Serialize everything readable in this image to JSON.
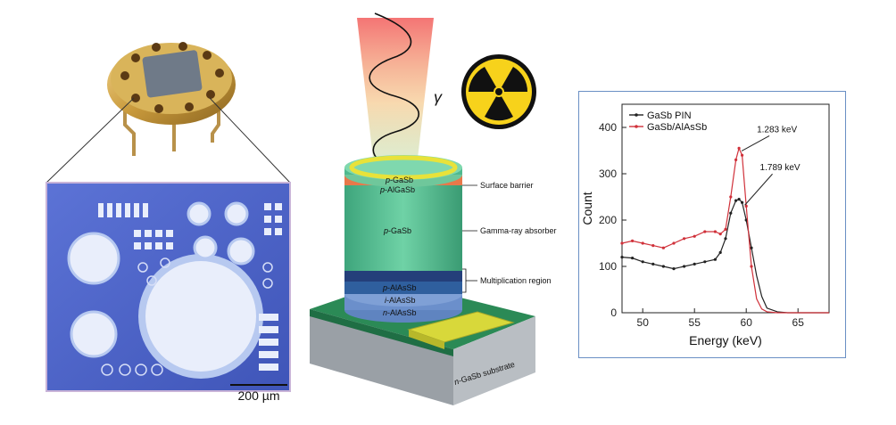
{
  "scale_bar": {
    "label": "200 µm"
  },
  "device": {
    "gamma_symbol": "γ",
    "layers": [
      {
        "prefix": "p",
        "name": "-GaSb"
      },
      {
        "prefix": "p",
        "name": "-AlGaSb"
      },
      {
        "prefix": "p",
        "name": "-GaSb"
      },
      {
        "prefix": "p",
        "name": "-AlAsSb"
      },
      {
        "prefix": "i",
        "name": "-AlAsSb"
      },
      {
        "prefix": "n",
        "name": "-AlAsSb"
      },
      {
        "prefix": "n",
        "name": "-GaSb substrate"
      }
    ],
    "annotations": {
      "surface_barrier": "Surface barrier",
      "absorber": "Gamma-ray absorber",
      "multiplication": "Multiplication region"
    }
  },
  "colors": {
    "absorber": "#4fb98f",
    "barrier": "#e8784a",
    "multiplication": "#2f5f9e",
    "substrate_top": "#1f7a4a",
    "contact": "#d8d83a",
    "chip_blue": "#4a62c8",
    "pin_series": "#222222",
    "alasb_series": "#d0313a"
  },
  "chart_data": {
    "type": "line",
    "xlabel": "Energy (keV)",
    "ylabel": "Count",
    "xlim": [
      48,
      68
    ],
    "ylim": [
      0,
      450
    ],
    "xticks": [
      50,
      55,
      60,
      65
    ],
    "yticks": [
      0,
      100,
      200,
      300,
      400
    ],
    "series": [
      {
        "name": "GaSb PIN",
        "x": [
          48,
          49,
          50,
          51,
          52,
          53,
          54,
          55,
          56,
          57,
          57.5,
          58,
          58.5,
          59,
          59.3,
          59.6,
          60,
          60.5,
          61,
          61.5,
          62,
          63,
          64,
          65,
          66,
          67,
          68
        ],
        "y": [
          120,
          118,
          110,
          105,
          100,
          95,
          100,
          105,
          110,
          115,
          130,
          160,
          215,
          242,
          245,
          238,
          200,
          140,
          80,
          35,
          10,
          2,
          0,
          0,
          0,
          0,
          0
        ]
      },
      {
        "name": "GaSb/AlAsSb",
        "x": [
          48,
          49,
          50,
          51,
          52,
          53,
          54,
          55,
          56,
          57,
          57.5,
          58,
          58.5,
          59,
          59.3,
          59.6,
          60,
          60.5,
          61,
          61.5,
          62,
          63,
          64,
          65,
          66,
          67,
          68
        ],
        "y": [
          150,
          155,
          150,
          145,
          140,
          150,
          160,
          165,
          175,
          175,
          170,
          180,
          250,
          330,
          355,
          340,
          230,
          100,
          30,
          8,
          2,
          0,
          0,
          0,
          0,
          0,
          0
        ]
      }
    ],
    "annotations": [
      {
        "text": "1.283 keV",
        "x": 59.3,
        "y": 355
      },
      {
        "text": "1.789 keV",
        "x": 59.6,
        "y": 238
      }
    ]
  }
}
